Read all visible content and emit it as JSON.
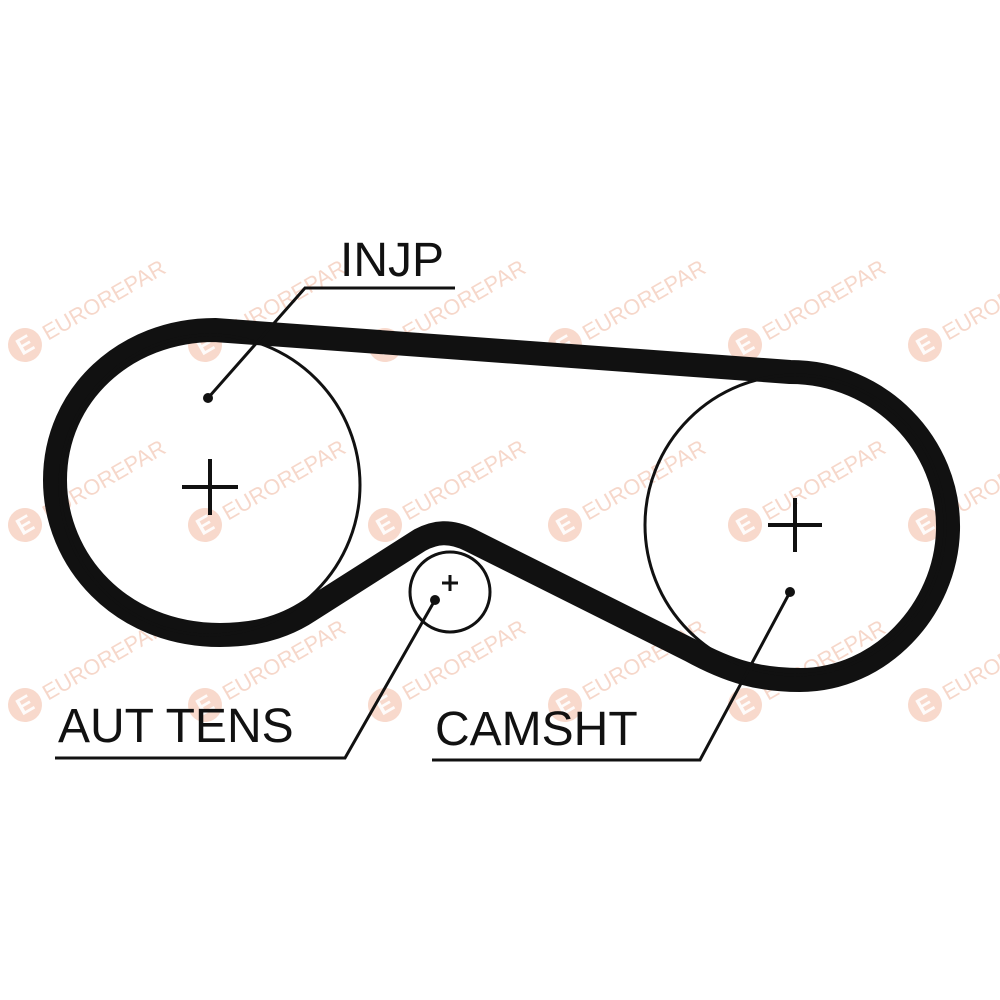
{
  "diagram": {
    "labels": {
      "injp": "INJP",
      "aut_tens": "AUT TENS",
      "camsht": "CAMSHT"
    },
    "watermark": {
      "text": "EUROREPAR",
      "letter": "E",
      "color": "#f2b49a"
    },
    "colors": {
      "belt": "#111111",
      "lines": "#111111",
      "background": "#ffffff"
    }
  }
}
